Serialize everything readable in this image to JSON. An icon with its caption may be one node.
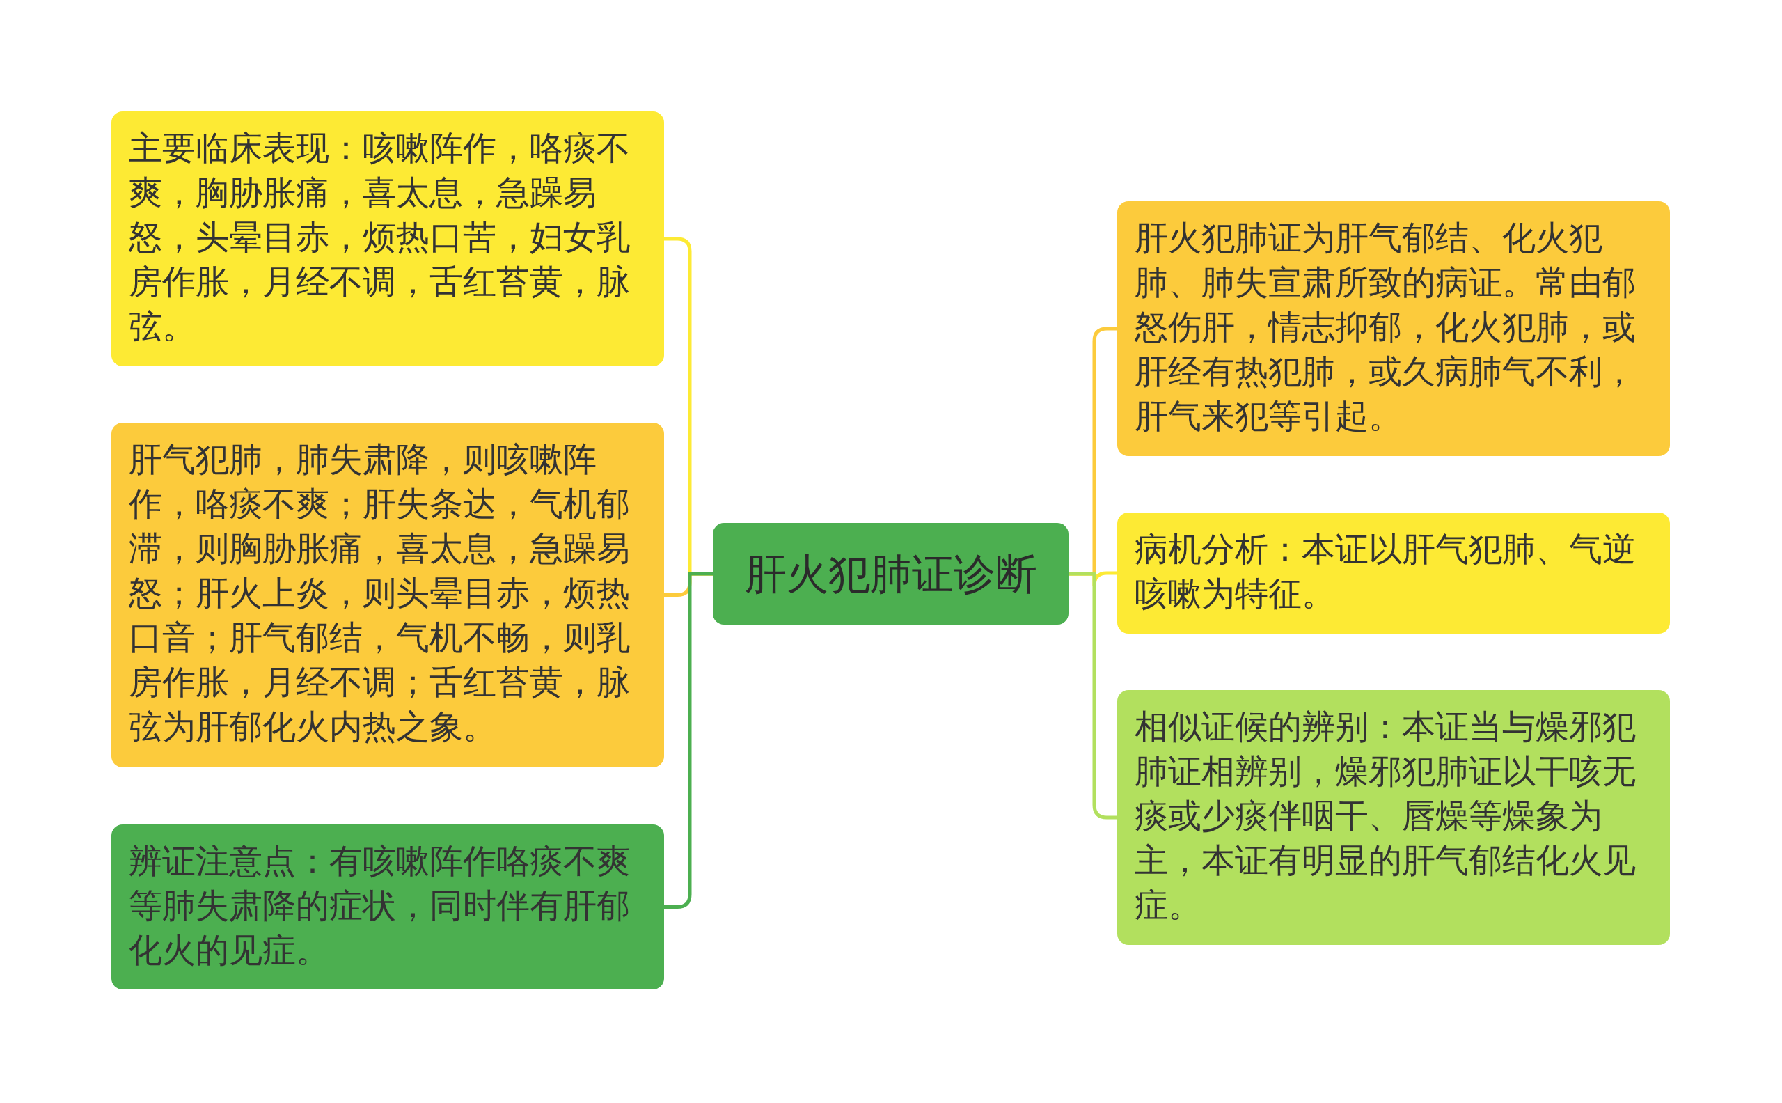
{
  "diagram": {
    "nodes": [
      {
        "text": [
          "肝火犯肺证诊断"
        ]
      },
      {
        "text": [
          "主要临床表现：咳嗽阵作，咯痰不爽，胸胁胀痛，喜太息，急躁易怒，头晕目赤，烦热口苦，妇女乳房作胀，月经不调，舌红苔黄，脉弦。"
        ]
      },
      {
        "text": [
          "肝气犯肺，肺失肃降，则咳嗽阵作，咯痰不爽；肝失条达，气机郁滞，则胸胁胀痛，喜太息，急躁易怒；肝火上炎，则头晕目赤，烦热口音；肝气郁结，气机不畅，则乳房作胀，月经不调；舌红苔黄，脉弦为肝郁化火内热之象。"
        ]
      },
      {
        "text": [
          "辨证注意点：有咳嗽阵作咯痰不爽等肺失肃降的症状，同时伴有肝郁化火的见症。"
        ]
      },
      {
        "text": [
          "肝火犯肺证为肝气郁结、化火犯肺、肺失宣肃所致的病证。常由郁怒伤肝，情志抑郁，化火犯肺，或肝经有热犯肺，或久病肺气不利，肝气来犯等引起。"
        ]
      },
      {
        "text": [
          "病机分析：本证以肝气犯肺、气逆咳嗽为特征。"
        ]
      },
      {
        "text": [
          "相似证候的辨别：本证当与燥邪犯肺证相辨别，燥邪犯肺证以干咳无痰或少痰伴咽干、唇燥等燥象为主，本证有明显的肝气郁结化火见症。"
        ]
      }
    ],
    "edges": [
      {
        "from": 0,
        "to": 1,
        "arrow": "none",
        "color": "#fdea34"
      },
      {
        "from": 0,
        "to": 2,
        "arrow": "none",
        "color": "#fccb3c"
      },
      {
        "from": 0,
        "to": 3,
        "arrow": "none",
        "color": "#4caf50"
      },
      {
        "from": 0,
        "to": 4,
        "arrow": "none",
        "color": "#fccb3c"
      },
      {
        "from": 0,
        "to": 5,
        "arrow": "none",
        "color": "#fdea34"
      },
      {
        "from": 0,
        "to": 6,
        "arrow": "none",
        "color": "#b2e05e"
      }
    ]
  }
}
